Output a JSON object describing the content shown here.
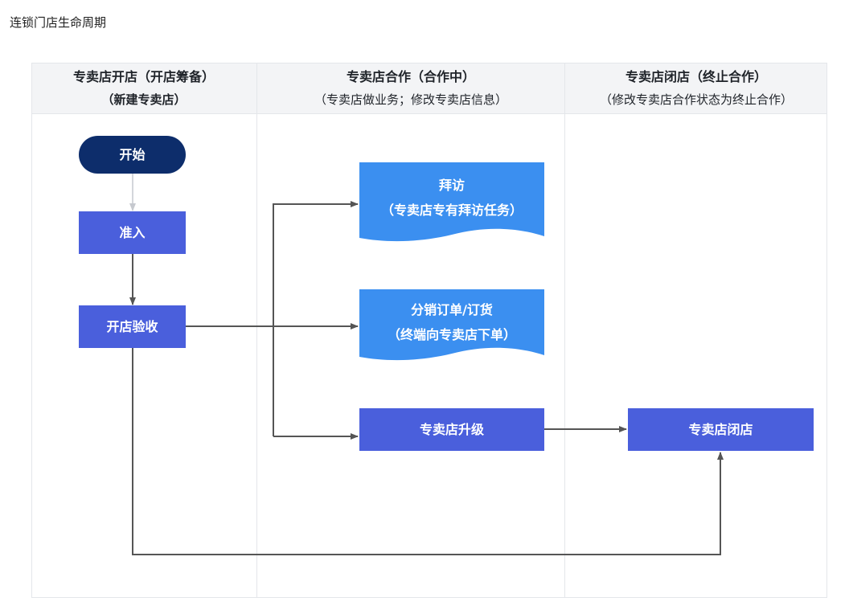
{
  "page": {
    "title": "连锁门店生命周期"
  },
  "columns": [
    {
      "line1": "专卖店开店（开店筹备）",
      "line2": "（新建专卖店）"
    },
    {
      "line1": "专卖店合作（合作中）",
      "line2": "（专卖店做业务；修改专卖店信息）"
    },
    {
      "line1": "专卖店闭店（终止合作）",
      "line2": "（修改专卖店合作状态为终止合作）"
    }
  ],
  "nodes": {
    "start": "开始",
    "admission": "准入",
    "acceptance": "开店验收",
    "visit": {
      "line1": "拜访",
      "line2": "（专卖店专有拜访任务）"
    },
    "order": {
      "line1": "分销订单/订货",
      "line2": "（终端向专卖店下单）"
    },
    "upgrade": "专卖店升级",
    "close": "专卖店闭店"
  },
  "colors": {
    "start": "#0d2d6b",
    "process": "#4a5fdc",
    "document": "#3b8ff0",
    "arrow": "#555555",
    "light_arrow": "#c6c9cf",
    "header_bg": "#f3f4f6",
    "border": "#e4e6ea"
  }
}
